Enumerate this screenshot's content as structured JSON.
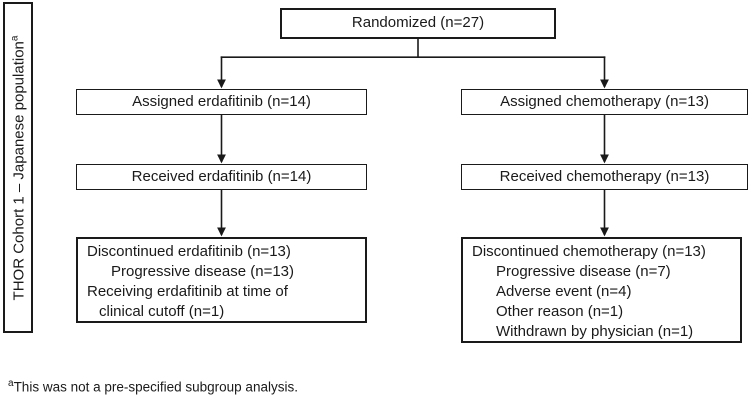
{
  "page": {
    "background_color": "#ffffff",
    "line_color": "#1a1a1a",
    "text_color": "#1a1a1a"
  },
  "cohort_label": {
    "text": "THOR Cohort 1 – Japanese population",
    "superscript": "a"
  },
  "flow": {
    "randomized": {
      "label": "Randomized (n=27)"
    },
    "left": {
      "assigned": {
        "label": "Assigned erdafitinib (n=14)"
      },
      "received": {
        "label": "Received erdafitinib (n=14)"
      },
      "discontinued": {
        "lines": [
          "Discontinued erdafitinib (n=13)",
          "Progressive disease (n=13)",
          "Receiving erdafitinib at time of",
          "clinical cutoff (n=1)"
        ]
      }
    },
    "right": {
      "assigned": {
        "label": "Assigned chemotherapy (n=13)"
      },
      "received": {
        "label": "Received chemotherapy (n=13)"
      },
      "discontinued": {
        "lines": [
          "Discontinued chemotherapy (n=13)",
          "Progressive disease (n=7)",
          "Adverse event (n=4)",
          "Other reason (n=1)",
          "Withdrawn by physician (n=1)"
        ]
      }
    }
  },
  "footnote": {
    "superscript": "a",
    "text": "This was not a pre-specified subgroup analysis."
  }
}
